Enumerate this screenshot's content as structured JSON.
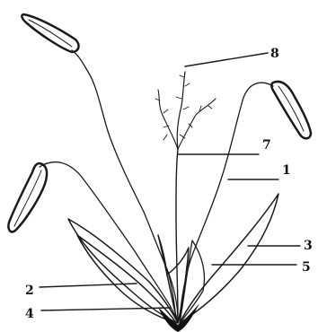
{
  "figure": {
    "labels": {
      "l1": "1",
      "l2": "2",
      "l3": "3",
      "l4": "4",
      "l5": "5",
      "l7": "7",
      "l8": "8"
    }
  }
}
